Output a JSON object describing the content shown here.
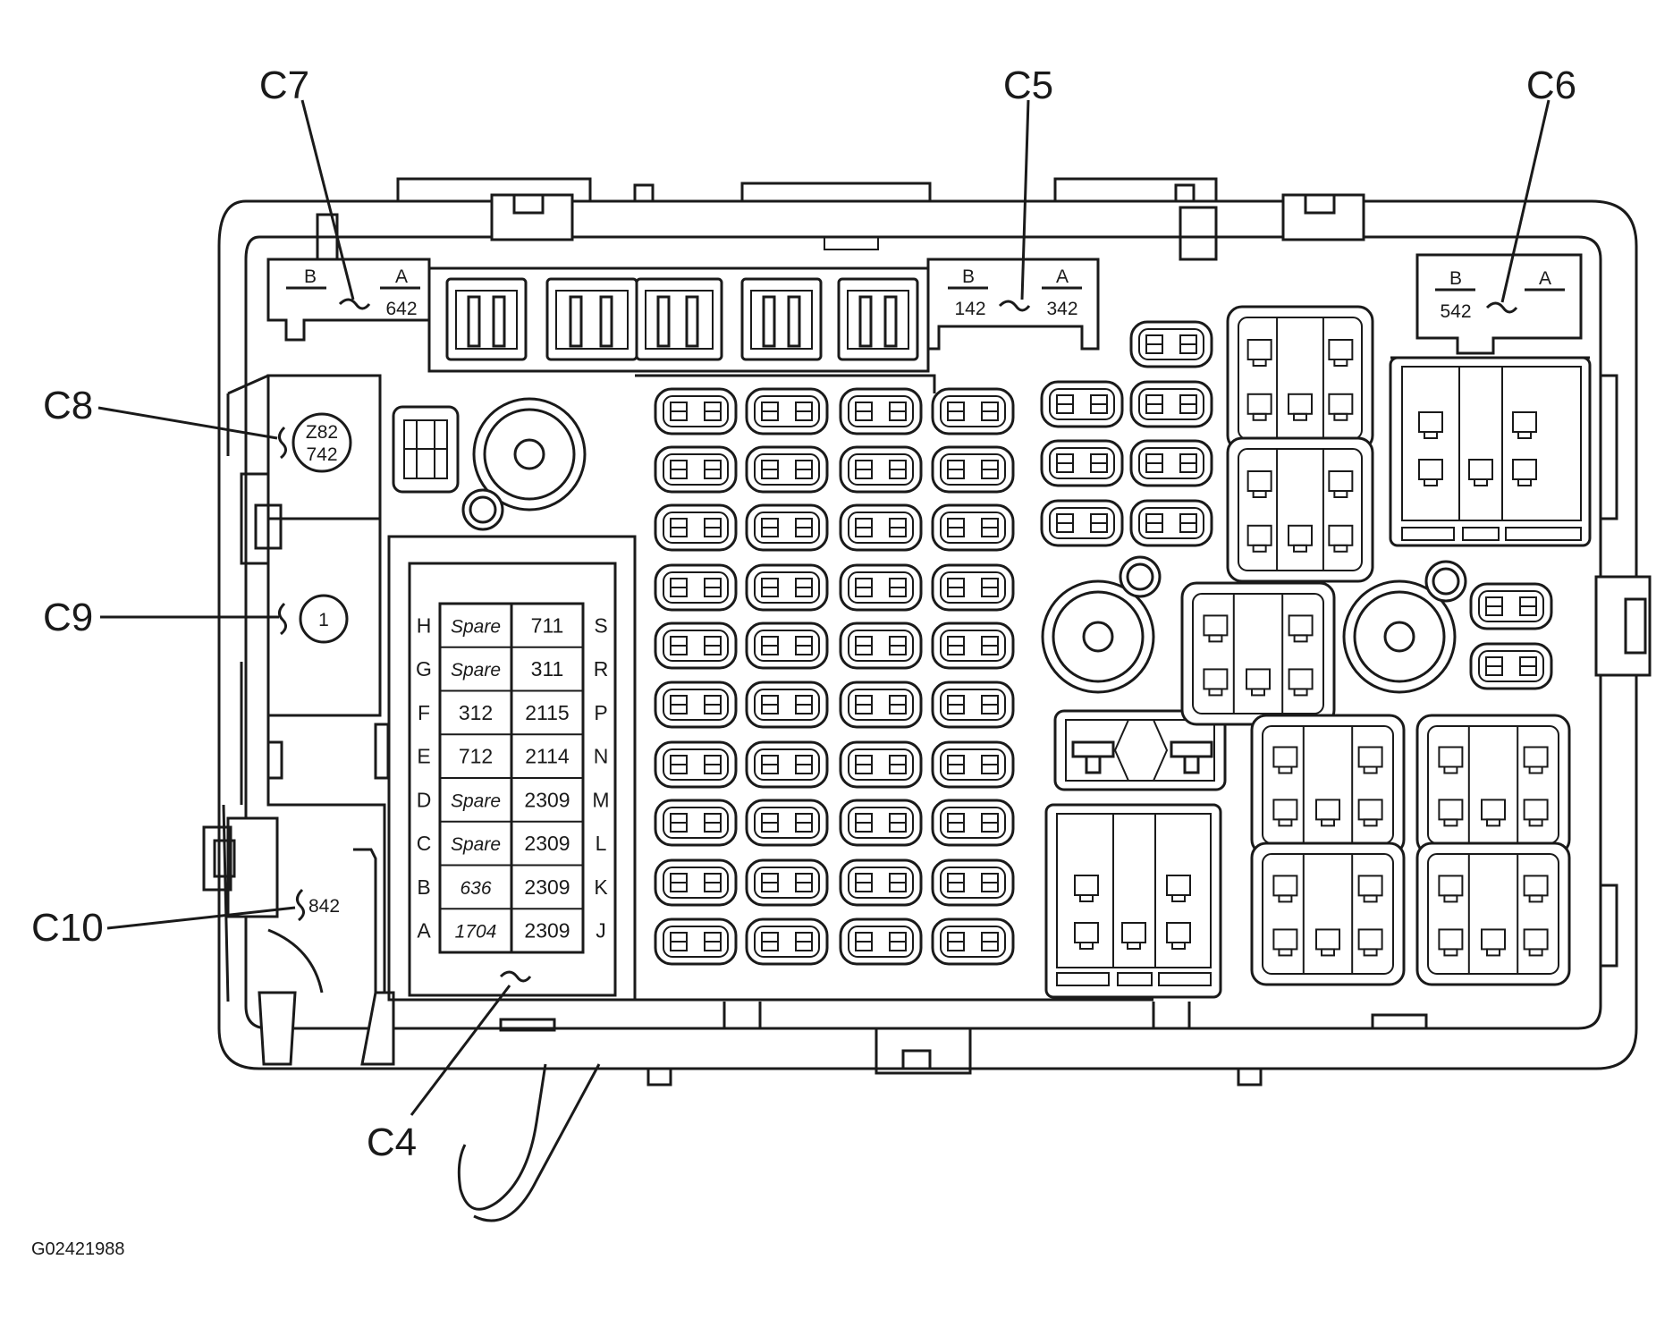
{
  "figure_id": "G02421988",
  "callouts": {
    "c4": "C4",
    "c5": "C5",
    "c6": "C6",
    "c7": "C7",
    "c8": "C8",
    "c9": "C9",
    "c10": "C10"
  },
  "top_connectors": {
    "c7": {
      "b_label": "B",
      "a_label": "A",
      "a_number": "642"
    },
    "c5": {
      "b_label": "B",
      "a_label": "A",
      "b_number": "142",
      "a_number": "342"
    },
    "c6": {
      "b_label": "B",
      "a_label": "A",
      "b_number": "542"
    }
  },
  "side_connectors": {
    "c8_line1": "Z82",
    "c8_line2": "742",
    "c9_label": "1",
    "c10_label": "842"
  },
  "c4_table": {
    "left_letters": [
      "H",
      "G",
      "F",
      "E",
      "D",
      "C",
      "B",
      "A"
    ],
    "right_letters": [
      "S",
      "R",
      "P",
      "N",
      "M",
      "L",
      "K",
      "J"
    ],
    "left_values": [
      "Spare",
      "Spare",
      "312",
      "712",
      "Spare",
      "Spare",
      "636",
      "1704"
    ],
    "right_values": [
      "711",
      "311",
      "2115",
      "2114",
      "2309",
      "2309",
      "2309",
      "2309"
    ]
  },
  "colors": {
    "line": "#1a1a1a",
    "background": "#ffffff"
  }
}
